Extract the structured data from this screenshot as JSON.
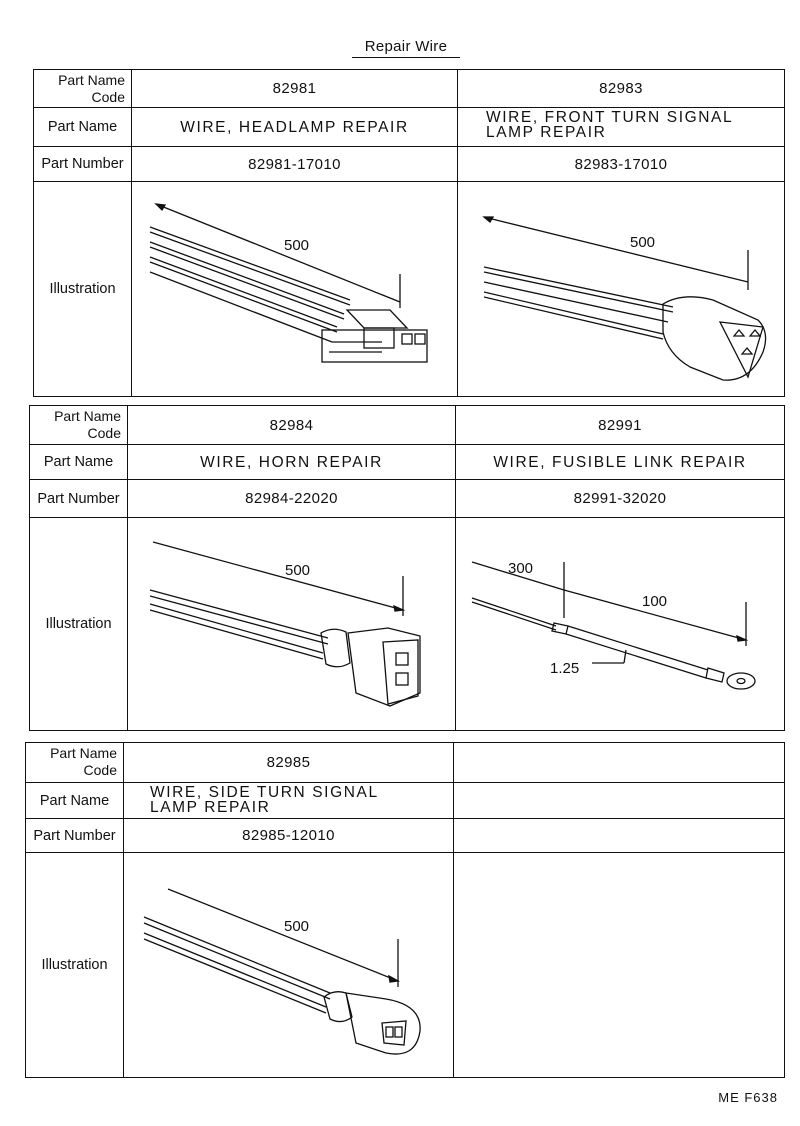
{
  "title": "Repair Wire",
  "labels": {
    "code": "Part Name\nCode",
    "code_line1": "Part Name",
    "code_line2": "Code",
    "name": "Part Name",
    "number": "Part Number",
    "illustration": "Illustration"
  },
  "tables": [
    {
      "parts": [
        {
          "code": "82981",
          "name_l1": "WIRE, HEADLAMP  REPAIR",
          "name_l2": "",
          "number": "82981-17010",
          "dims": [
            "500"
          ]
        },
        {
          "code": "82983",
          "name_l1": "WIRE, FRONT  TURN  SIGNAL",
          "name_l2": "LAMP  REPAIR",
          "number": "82983-17010",
          "dims": [
            "500"
          ]
        }
      ]
    },
    {
      "parts": [
        {
          "code": "82984",
          "name_l1": "WIRE, HORN  REPAIR",
          "name_l2": "",
          "number": "82984-22020",
          "dims": [
            "500"
          ]
        },
        {
          "code": "82991",
          "name_l1": "WIRE, FUSIBLE  LINK  REPAIR",
          "name_l2": "",
          "number": "82991-32020",
          "dims": [
            "300",
            "100",
            "1.25"
          ]
        }
      ]
    },
    {
      "parts": [
        {
          "code": "82985",
          "name_l1": "WIRE, SIDE  TURN  SIGNAL",
          "name_l2": "LAMP  REPAIR",
          "number": "82985-12010",
          "dims": [
            "500"
          ]
        }
      ]
    }
  ],
  "footer": "ME  F638"
}
